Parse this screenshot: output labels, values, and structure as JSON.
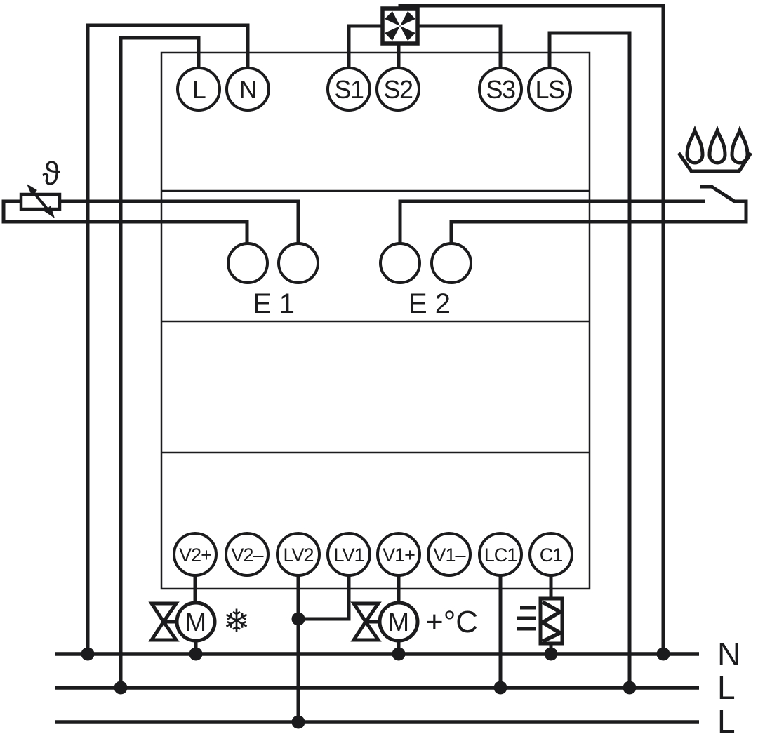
{
  "diagram": {
    "description": "Wiring schematic of a climate / ventilation controller with fan, external temperature sensor, humidity sensor switch, two motorized valves (cooling and heating) and a heating element",
    "colors": {
      "line": "#1b1b1d",
      "background": "#ffffff"
    },
    "device": {
      "top_terminals": [
        {
          "label": "L"
        },
        {
          "label": "N"
        },
        {
          "label": "S1"
        },
        {
          "label": "S2"
        },
        {
          "label": "S3"
        },
        {
          "label": "LS"
        }
      ],
      "sensor_groups": [
        {
          "label": "E 1"
        },
        {
          "label": "E 2"
        }
      ],
      "bottom_terminals": [
        {
          "label": "V2+"
        },
        {
          "label": "V2–"
        },
        {
          "label": "LV2"
        },
        {
          "label": "LV1"
        },
        {
          "label": "V1+"
        },
        {
          "label": "V1–"
        },
        {
          "label": "LC1"
        },
        {
          "label": "C1"
        }
      ]
    },
    "annotations": {
      "temperature_sensor_glyph": "ϑ",
      "cooling_glyph": "❄",
      "heating_label": "+°C",
      "motor_labels": [
        {
          "label": "M"
        },
        {
          "label": "M"
        }
      ]
    },
    "power_lines": [
      {
        "label": "N"
      },
      {
        "label": "L"
      },
      {
        "label": "L"
      }
    ],
    "icons": {
      "fan": "fan-icon",
      "humidity": "water-drops-icon",
      "temperature_sensor": "thermistor-icon",
      "humidity_switch": "switch-icon",
      "valves": "valve-icon",
      "heater": "heating-element-icon"
    }
  }
}
